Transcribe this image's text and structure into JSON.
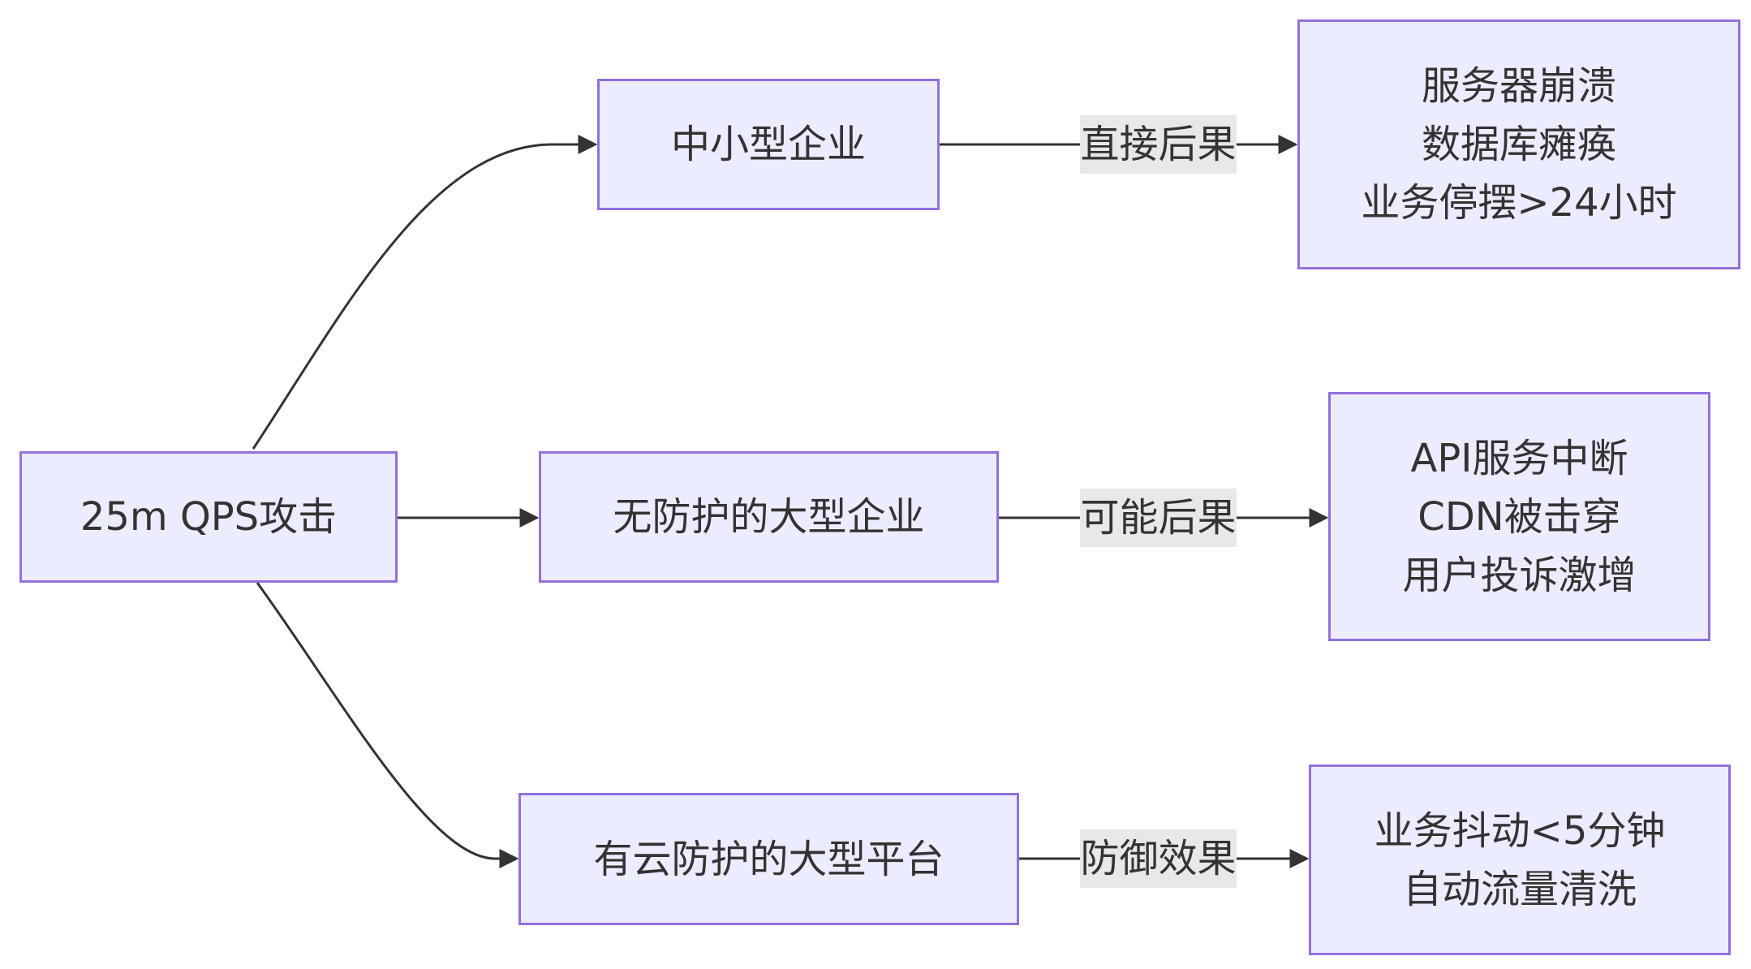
{
  "diagram": {
    "nodes": {
      "root": {
        "lines": [
          "25m QPS攻击"
        ]
      },
      "small_biz": {
        "lines": [
          "中小型企业"
        ]
      },
      "large_unprotected": {
        "lines": [
          "无防护的大型企业"
        ]
      },
      "large_cloud": {
        "lines": [
          "有云防护的大型平台"
        ]
      },
      "result_small": {
        "lines": [
          "服务器崩溃",
          "数据库瘫痪",
          "业务停摆>24小时"
        ]
      },
      "result_unprotected": {
        "lines": [
          "API服务中断",
          "CDN被击穿",
          "用户投诉激增"
        ]
      },
      "result_cloud": {
        "lines": [
          "业务抖动<5分钟",
          "自动流量清洗"
        ]
      }
    },
    "edge_labels": {
      "direct": "直接后果",
      "possible": "可能后果",
      "defense": "防御效果"
    },
    "colors": {
      "node_fill": "#ececff",
      "node_border": "#9370db",
      "edge": "#333333",
      "label_bg": "#e8e8e8",
      "text": "#333333"
    }
  }
}
